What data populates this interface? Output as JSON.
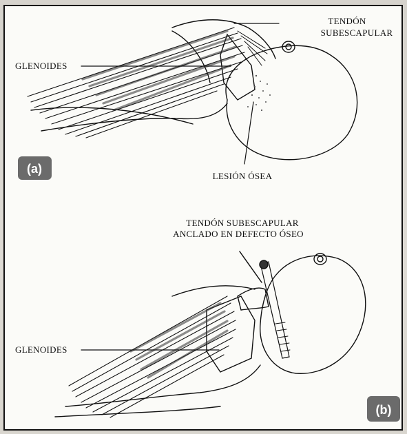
{
  "panel_a": {
    "badge": "(a)",
    "labels": {
      "tendon_line1": "TENDÓN",
      "tendon_line2": "SUBESCAPULAR",
      "glenoides": "GLENOIDES",
      "lesion": "LESIÓN ÓSEA"
    }
  },
  "panel_b": {
    "badge": "(b)",
    "labels": {
      "tendon_line1": "TENDÓN SUBESCAPULAR",
      "tendon_line2": "ANCLADO EN DEFECTO ÓSEO",
      "glenoides": "GLENOIDES"
    }
  },
  "colors": {
    "badge_bg": "#6b6b6b",
    "ink": "#111111",
    "paper": "#fbfbf8",
    "page_bg": "#d9d6d0"
  }
}
